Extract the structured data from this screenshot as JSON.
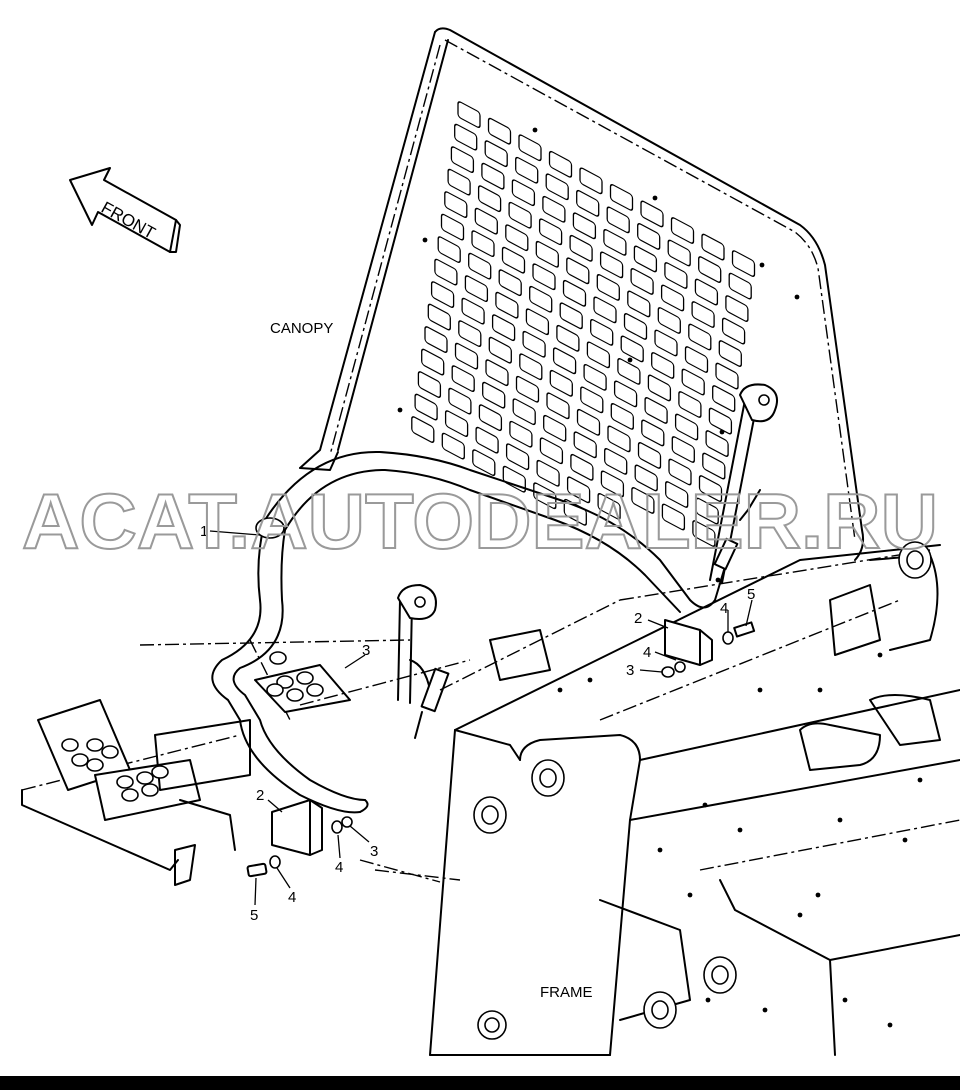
{
  "labels": {
    "front": "FRONT",
    "canopy": "CANOPY",
    "frame": "FRAME",
    "watermark": "ACAT.AUTODEALER.RU"
  },
  "callouts": {
    "c1": "1",
    "c2_top": "2",
    "c3_top": "3",
    "c4_top_a": "4",
    "c4_top_b": "4",
    "c5_top": "5",
    "c2_bot": "2",
    "c3_bot": "3",
    "c4_bot_a": "4",
    "c4_bot_b": "4",
    "c5_bot": "5",
    "c3_mid": "3"
  }
}
